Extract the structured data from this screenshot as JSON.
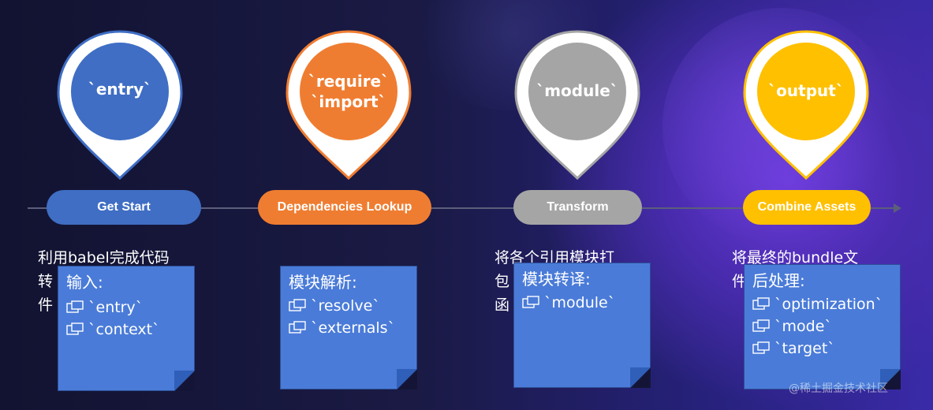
{
  "stages": [
    {
      "pin_label": "`entry`",
      "pin_color": "#3f6ec4",
      "pill_label": "Get Start",
      "pill_color": "#3f6ec4",
      "description": "利用babel完成代码\n转\n件",
      "note_title": "输入:",
      "note_items": [
        "`entry`",
        "`context`"
      ]
    },
    {
      "pin_label": "`require`\n`import`",
      "pin_color": "#ef7d31",
      "pill_label": "Dependencies Lookup",
      "pill_color": "#ef7d31",
      "description": "",
      "note_title": "模块解析:",
      "note_items": [
        "`resolve`",
        "`externals`"
      ]
    },
    {
      "pin_label": "`module`",
      "pin_color": "#a5a5a5",
      "pill_label": "Transform",
      "pill_color": "#a5a5a5",
      "description": "将各个引用模块打\n包\n函",
      "note_title": "模块转译:",
      "note_items": [
        "`module`"
      ]
    },
    {
      "pin_label": "`output`",
      "pin_color": "#ffc000",
      "pill_label": "Combine Assets",
      "pill_color": "#ffc000",
      "description": "将最终的bundle文\n件",
      "note_title": "后处理:",
      "note_items": [
        "`optimization`",
        "`mode`",
        "`target`"
      ]
    }
  ],
  "note_item_icon": "folder-window-icon",
  "footer": "@稀土掘金技术社区"
}
